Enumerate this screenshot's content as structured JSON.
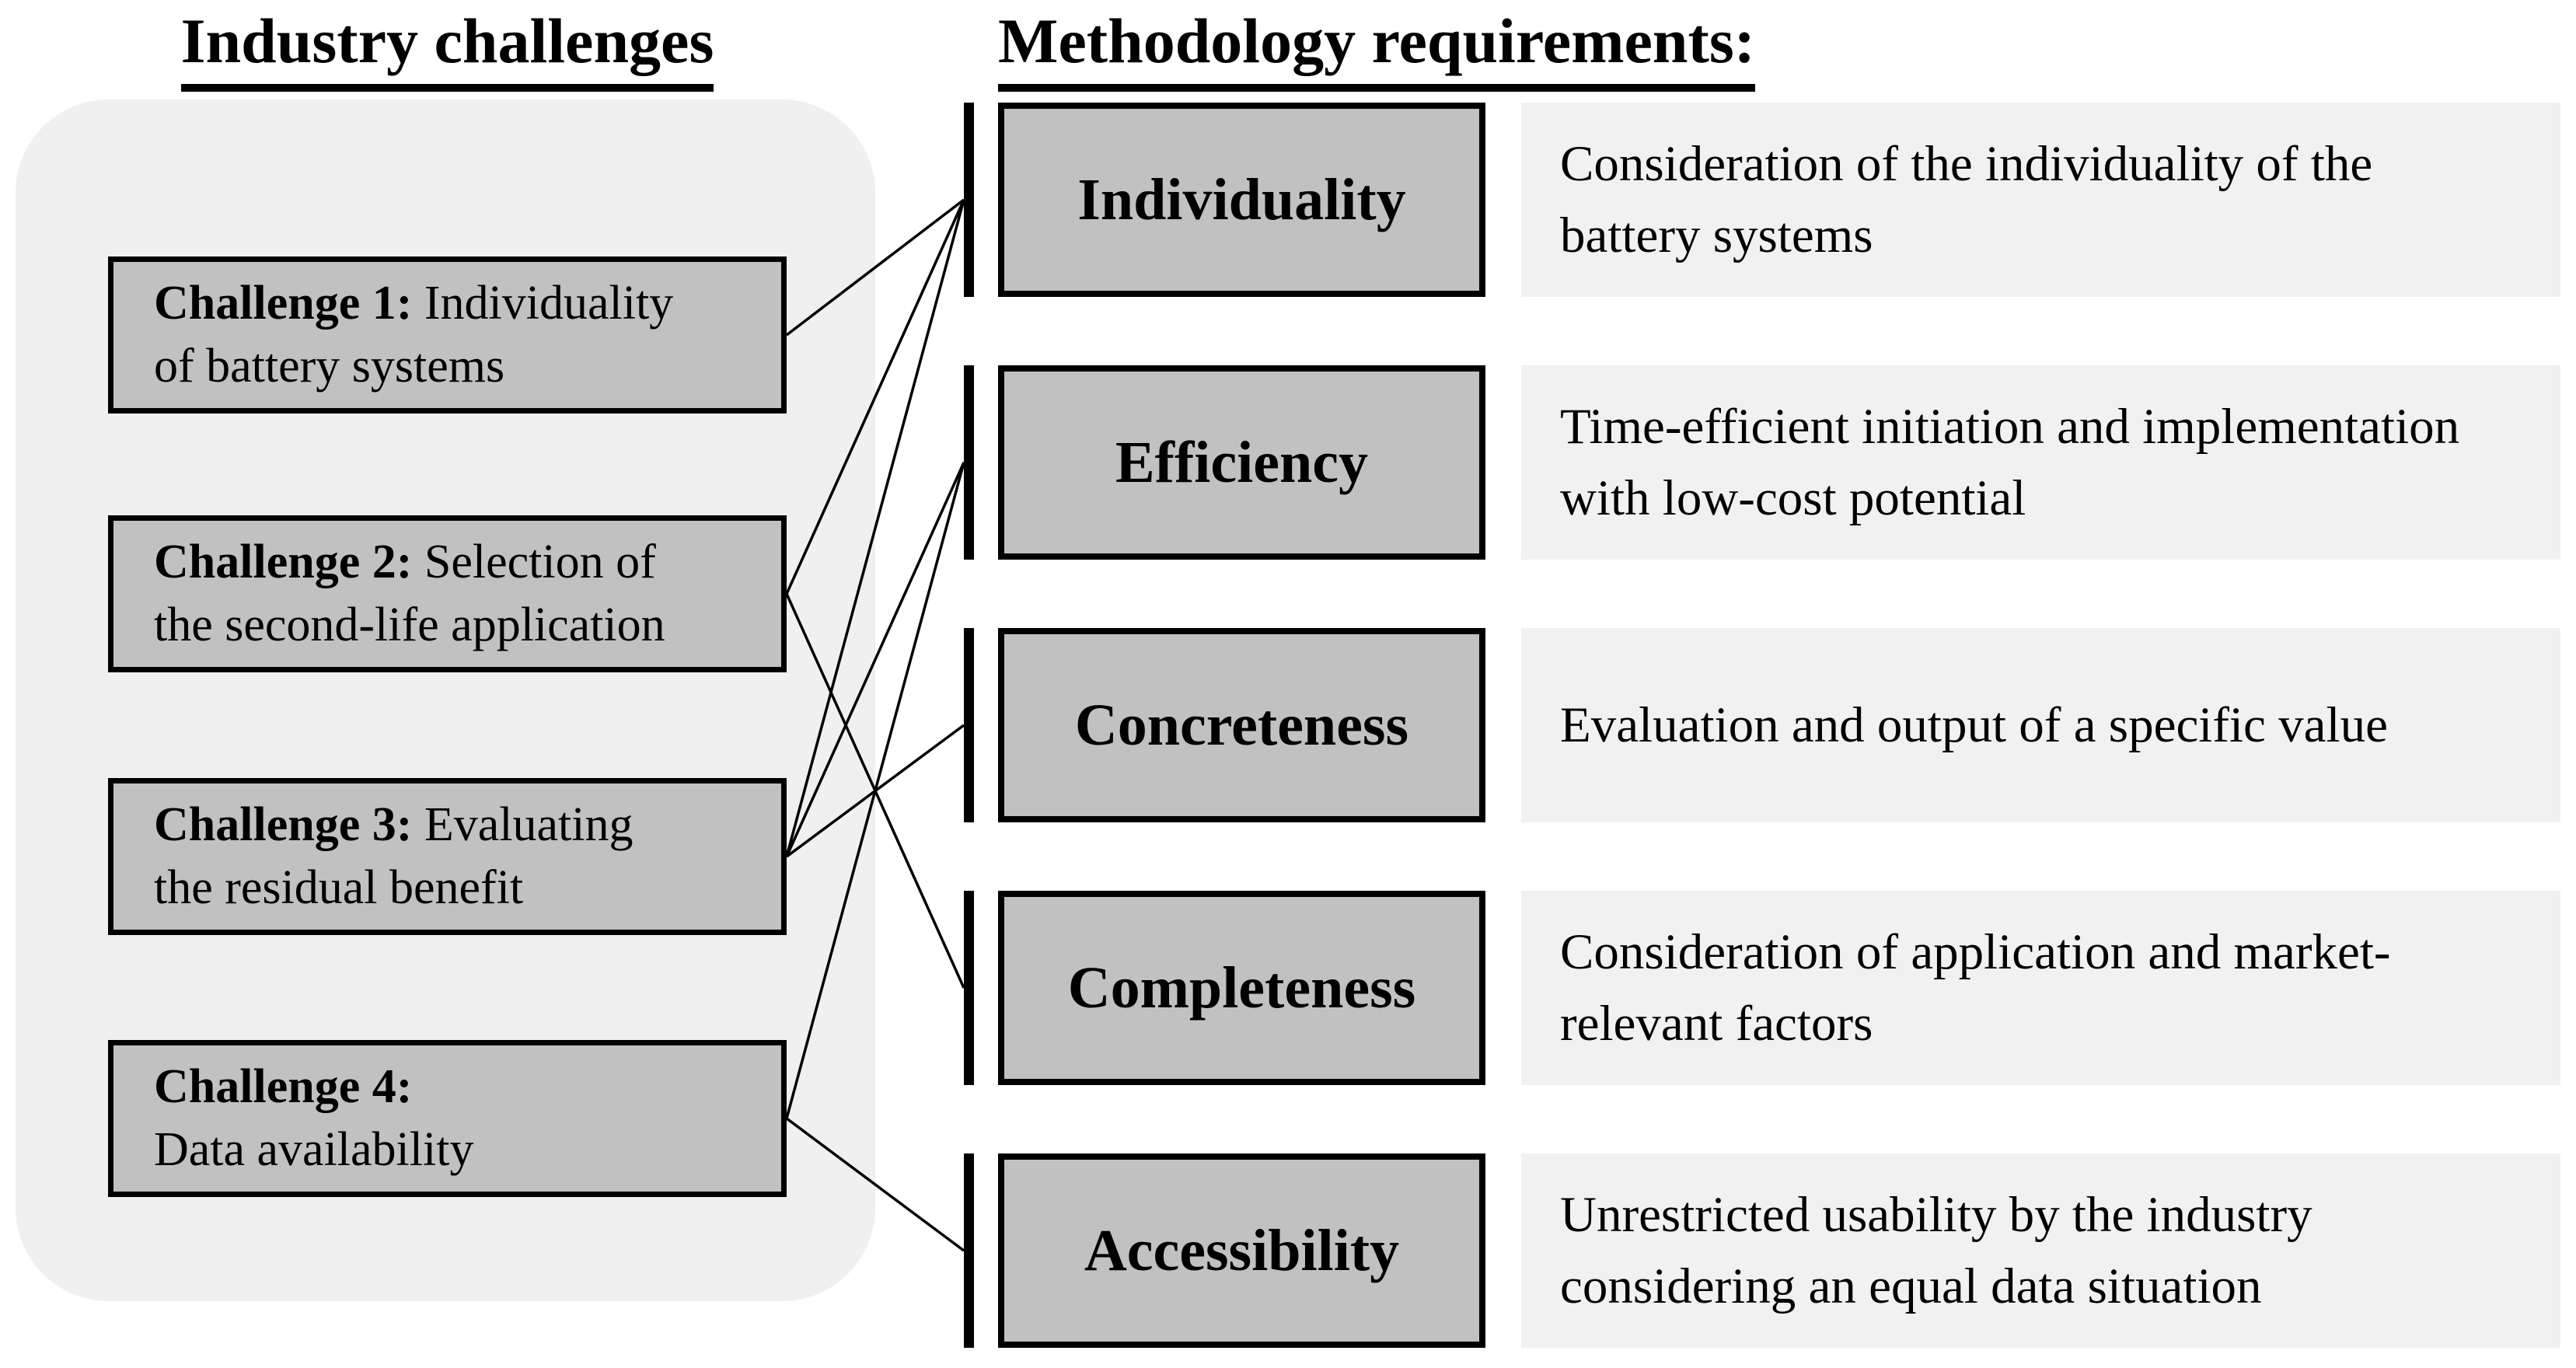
{
  "colors": {
    "box_fill": "#c1c1c1",
    "panel_fill": "#f1f1f1",
    "container_fill": "#f0f0f0",
    "line": "#000000"
  },
  "left": {
    "title": "Industry challenges",
    "challenges": [
      {
        "label": "Challenge 1:",
        "line1": "Individuality",
        "line2": "of battery systems"
      },
      {
        "label": "Challenge 2:",
        "line1": "Selection of",
        "line2": "the second-life application"
      },
      {
        "label": "Challenge 3:",
        "line1": "Evaluating",
        "line2": "the residual benefit"
      },
      {
        "label": "Challenge 4:",
        "line1": "",
        "line2": "Data availability"
      }
    ]
  },
  "right": {
    "title": "Methodology requirements:",
    "requirements": [
      {
        "name": "Individuality",
        "description": "Consideration of the individuality of the battery systems"
      },
      {
        "name": "Efficiency",
        "description": "Time-efficient initiation and implementation with low-cost potential"
      },
      {
        "name": "Concreteness",
        "description": "Evaluation and output of a specific value"
      },
      {
        "name": "Completeness",
        "description": "Consideration of application and market-relevant factors"
      },
      {
        "name": "Accessibility",
        "description": "Unrestricted usability by the industry considering an equal data situation"
      }
    ]
  },
  "connections": [
    {
      "challenge": 1,
      "requirement": "Individuality"
    },
    {
      "challenge": 2,
      "requirement": "Individuality"
    },
    {
      "challenge": 2,
      "requirement": "Completeness"
    },
    {
      "challenge": 3,
      "requirement": "Individuality"
    },
    {
      "challenge": 3,
      "requirement": "Efficiency"
    },
    {
      "challenge": 3,
      "requirement": "Concreteness"
    },
    {
      "challenge": 4,
      "requirement": "Efficiency"
    },
    {
      "challenge": 4,
      "requirement": "Accessibility"
    }
  ]
}
